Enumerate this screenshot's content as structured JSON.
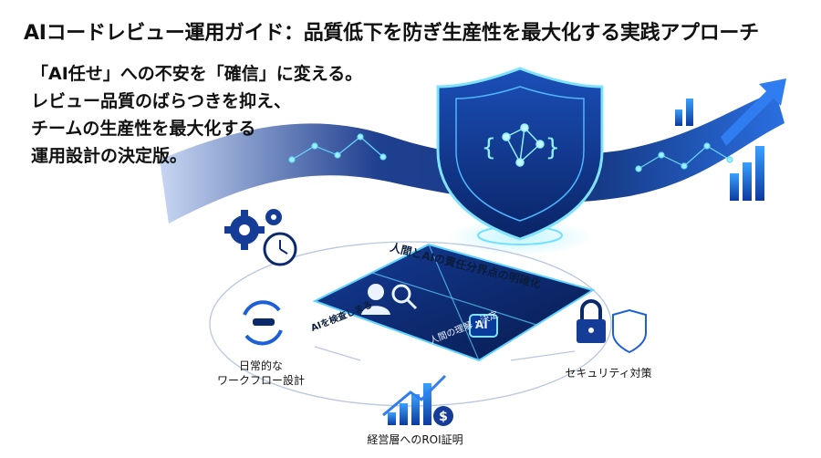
{
  "title": "AIコードレビュー運用ガイド：品質低下を防ぎ生産性を最大化する実践アプローチ",
  "subtitle_lines": [
    "「AI任せ」への不安を「確信」に変える。",
    "レビュー品質のばらつきを抑え、",
    "チームの生産性を最大化する",
    "運用設計の決定版。"
  ],
  "center_panel": {
    "heading": "人間とAIの責任分界点の明確化",
    "left_caption": "AIを検査しまる",
    "right_caption": "人間の理解・決定",
    "chip": "AI"
  },
  "labels": {
    "workflow_line1": "日常的な",
    "workflow_line2": "ワークフロー設計",
    "security": "セキュリティ対策",
    "roi": "経営層へのROI証明"
  },
  "icons": [
    "gear-icon",
    "clock-icon",
    "cycle-arrows-icon",
    "lock-icon",
    "shield-icon",
    "bar-chart-icon",
    "dollar-icon",
    "magnifier-icon",
    "person-icon",
    "ai-chip-icon",
    "growth-arrow-icon"
  ],
  "colors": {
    "navy": "#0b2a6b",
    "blue": "#1d5fd6",
    "cyan": "#38c6f5",
    "glow": "#7fe3ff"
  }
}
